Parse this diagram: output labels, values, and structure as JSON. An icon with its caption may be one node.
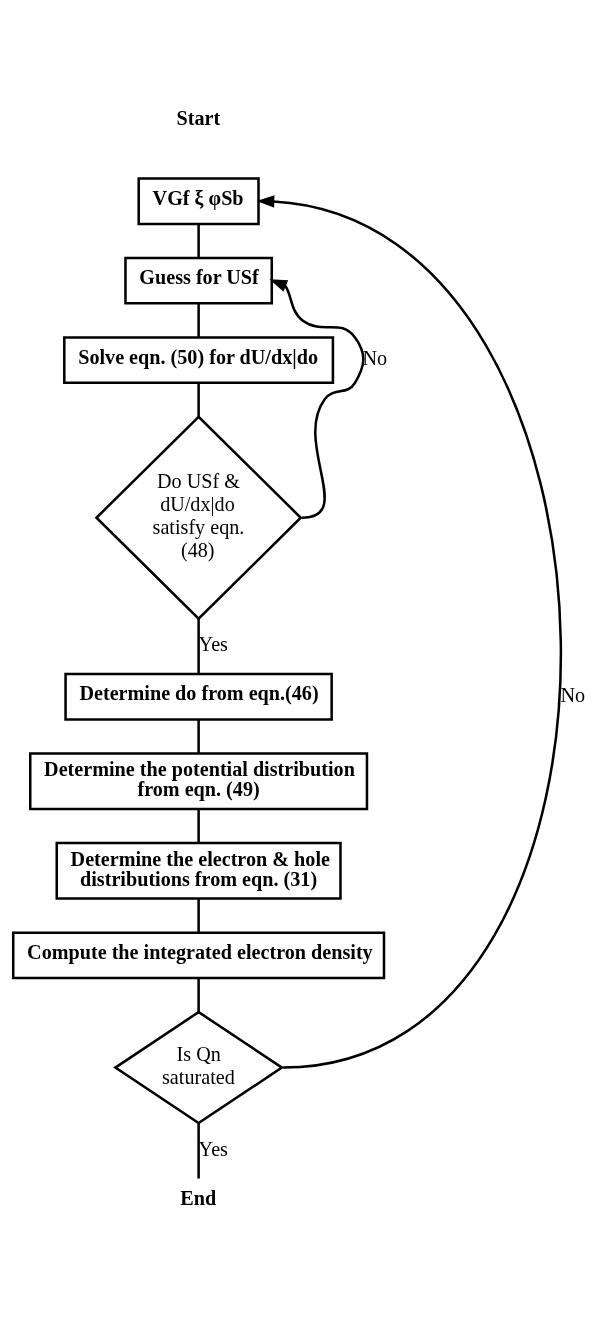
{
  "diagram": {
    "nodes": [
      {
        "text": [
          "VGf ξ φSb"
        ]
      },
      {
        "text": [
          "Guess for USf"
        ]
      },
      {
        "text": [
          "Solve eqn. (50) for dU/dx|do"
        ]
      },
      {
        "text": [
          "Do USf & dU/dx|do satisfy eqn. (48)"
        ]
      },
      {
        "text": [
          "Determine do from eqn.(46)"
        ]
      },
      {
        "text": [
          "Determine the potential distribution from eqn. (49)"
        ]
      },
      {
        "text": [
          "Determine the electron & hole distributions from eqn. (31)"
        ]
      },
      {
        "text": [
          "Compute the integrated electron density"
        ]
      },
      {
        "text": [
          "Is Qn saturated"
        ]
      },
      {
        "text": [
          "End"
        ]
      }
    ],
    "edges": [
      {
        "from": 0,
        "to": 1,
        "arrow": "none"
      },
      {
        "from": 1,
        "to": 2,
        "arrow": "none"
      },
      {
        "from": 2,
        "to": 3,
        "arrow": "none"
      },
      {
        "from": 3,
        "to": 1,
        "arrow": "to",
        "label": "No"
      },
      {
        "from": 3,
        "to": 4,
        "arrow": "none",
        "label": "Yes"
      },
      {
        "from": 4,
        "to": 5,
        "arrow": "none"
      },
      {
        "from": 5,
        "to": 6,
        "arrow": "none"
      },
      {
        "from": 6,
        "to": 7,
        "arrow": "none"
      },
      {
        "from": 7,
        "to": 8,
        "arrow": "none"
      },
      {
        "from": 8,
        "to": 9,
        "arrow": "none",
        "label": "Yes"
      },
      {
        "from": 8,
        "to": 0,
        "arrow": "to",
        "label": "No"
      }
    ],
    "labels": [
      "Start"
    ]
  }
}
